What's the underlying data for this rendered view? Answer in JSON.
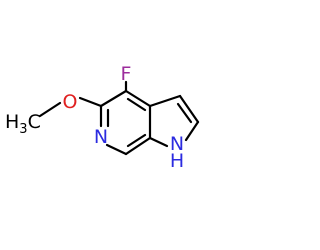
{
  "molecule": {
    "atoms": {
      "fluorine": {
        "symbol": "F",
        "color": "#9C2C9C"
      },
      "oxygen": {
        "symbol": "O",
        "color": "#E02020"
      },
      "pyridine_nitrogen": {
        "symbol": "N",
        "color": "#2B2BE0"
      },
      "pyrrole_nitrogen": {
        "symbol": "N",
        "color": "#2B2BE0"
      },
      "pyrrole_hydrogen": {
        "symbol": "H",
        "color": "#2B2BE0"
      },
      "methyl": {
        "prefix": "H",
        "subscript": "3",
        "suffix": "C",
        "color": "#000000"
      }
    },
    "bond_color": "#000000"
  }
}
